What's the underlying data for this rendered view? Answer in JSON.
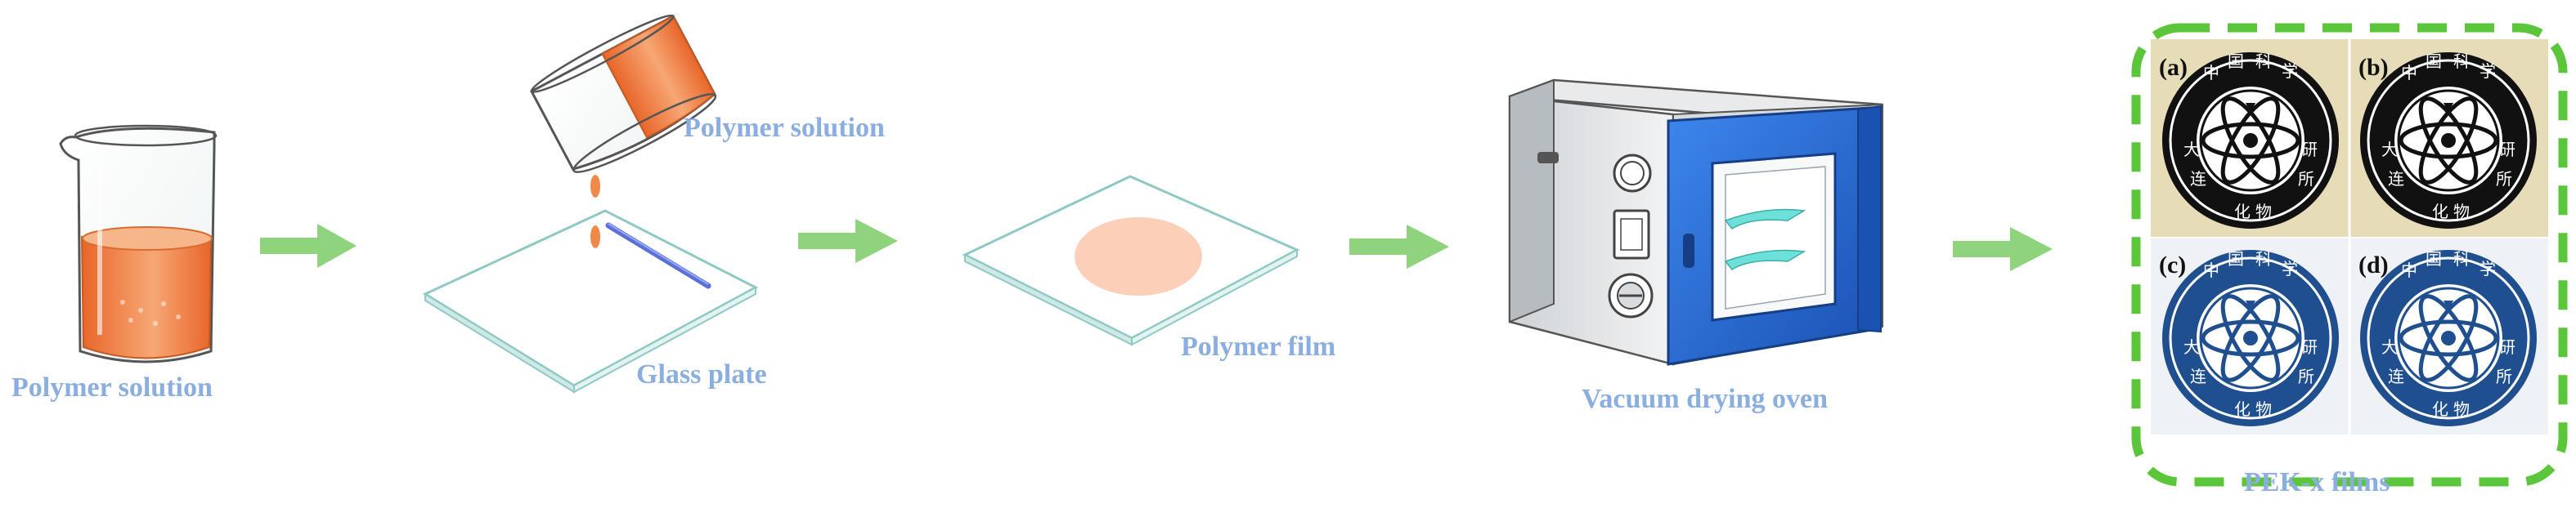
{
  "labels": {
    "beaker": "Polymer solution",
    "pour": "Polymer solution",
    "plate": "Glass plate",
    "film": "Polymer film",
    "oven": "Vacuum drying oven",
    "result": "PEK-x films"
  },
  "panels": [
    "(a)",
    "(b)",
    "(c)",
    "(d)"
  ],
  "colors": {
    "label": "#8aaee0",
    "arrow": "#8fd37c",
    "solution": "#f08a4a",
    "border": "#5cc63a",
    "oven_door": "#2b6fd6"
  },
  "icons": [
    "beaker-icon",
    "pouring-beaker-icon",
    "glass-plate-icon",
    "film-icon",
    "vacuum-oven-icon",
    "logo-icon"
  ]
}
